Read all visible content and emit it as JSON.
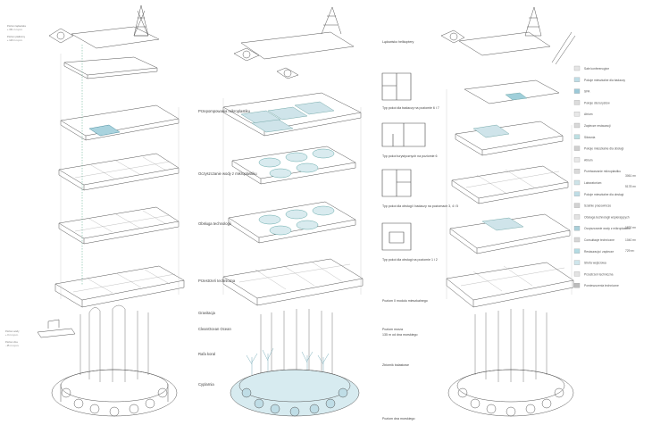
{
  "left_notes": {
    "top": [
      "Poziom lądowiska",
      "+ 151 m n.p.m.",
      "Poziom platformy",
      "+ 140 m n.p.m."
    ],
    "bottom": [
      "Poziom wody",
      "+ 0 m n.p.m.",
      "Poziom dna",
      "- 45 m n.p.m."
    ]
  },
  "middle_labels": [
    {
      "id": "przepompowania",
      "title": "Przepompowania mikroplastiku"
    },
    {
      "id": "oczyszczanie",
      "title": "Oczyszczanie wody z mikroplastiku"
    },
    {
      "id": "obsluga",
      "title": "Obsługa technologii"
    },
    {
      "id": "przestrzen",
      "title": "Przestrzeń techniczna"
    },
    {
      "id": "gravitacja",
      "title": "Gravitacja"
    },
    {
      "id": "cleanocean",
      "title": "CleanOcean Ocean"
    },
    {
      "id": "rafa",
      "title": "Rafa koral"
    },
    {
      "id": "cyplarnia",
      "title": "Cyplarnia"
    }
  ],
  "right_labels": {
    "top": "Lądowisko helikoptery",
    "plans": [
      "Typ pokoi dla badaczy na poziomie 6 i 7",
      "Typ pokoi turystycznych na poziomie 6",
      "Typ pokoi dla obsługi i badaczy na poziomach 3, 4 i 5",
      "Typ pokoi dla obsługi na poziomie 1 i 2"
    ],
    "levels": [
      "Poziom 0 modułu mieszkalnego",
      "Poziom morza",
      "135 m od dna morskiego",
      "Zbiornik balastowe",
      "Poziom dna morskiego"
    ]
  },
  "legend": {
    "items": [
      {
        "label": "Sale konferencyjne",
        "color": "#e5e5e5"
      },
      {
        "label": "Pokoje mieszkalne dla badaczy",
        "color": "#bfdde6"
      },
      {
        "label": "SPA",
        "color": "#9cc9d8"
      },
      {
        "label": "Pokoje dla turystów",
        "color": "#dcdcdc"
      },
      {
        "label": "Atrium",
        "color": "#e8e8e8"
      },
      {
        "label": "Zaplecze restauracji",
        "color": "#d8d8d8"
      },
      {
        "label": "Siłownia",
        "color": "#bcdfe2"
      },
      {
        "label": "Pokoje mieszkalne dla obsługi",
        "color": "#cfcfcf"
      },
      {
        "label": "Atrium",
        "color": "#e8e8e8"
      },
      {
        "label": "Przetwarzanie mikroplastiku",
        "color": "#d9d9d9"
      },
      {
        "label": "Laboratorium",
        "color": "#cde3e8"
      },
      {
        "label": "Pokoje mieszkalne dla obsługi",
        "color": "#bfdde6"
      },
      {
        "label": "Szatnie pracownicze",
        "color": "#d2d2d2"
      },
      {
        "label": "Obsługa technologii wspierających",
        "color": "#e2e2e2"
      },
      {
        "label": "Oczyszczanie wody z mikroplastiku",
        "color": "#a9cfd9"
      },
      {
        "label": "Consultacje techniczne",
        "color": "#d6d6d6"
      },
      {
        "label": "Restauracja i zaplecze",
        "color": "#b4dbe3"
      },
      {
        "label": "Strefa wejściowa",
        "color": "#cfe6ec"
      },
      {
        "label": "Przestrzeń techniczna",
        "color": "#e3e3e3"
      },
      {
        "label": "Pomieszczenia techniczne",
        "color": "#bcbcbc"
      }
    ],
    "areas": [
      "3061 m²",
      "5178 m²",
      "1820 m²",
      "1040 m²",
      "729 m²"
    ]
  }
}
